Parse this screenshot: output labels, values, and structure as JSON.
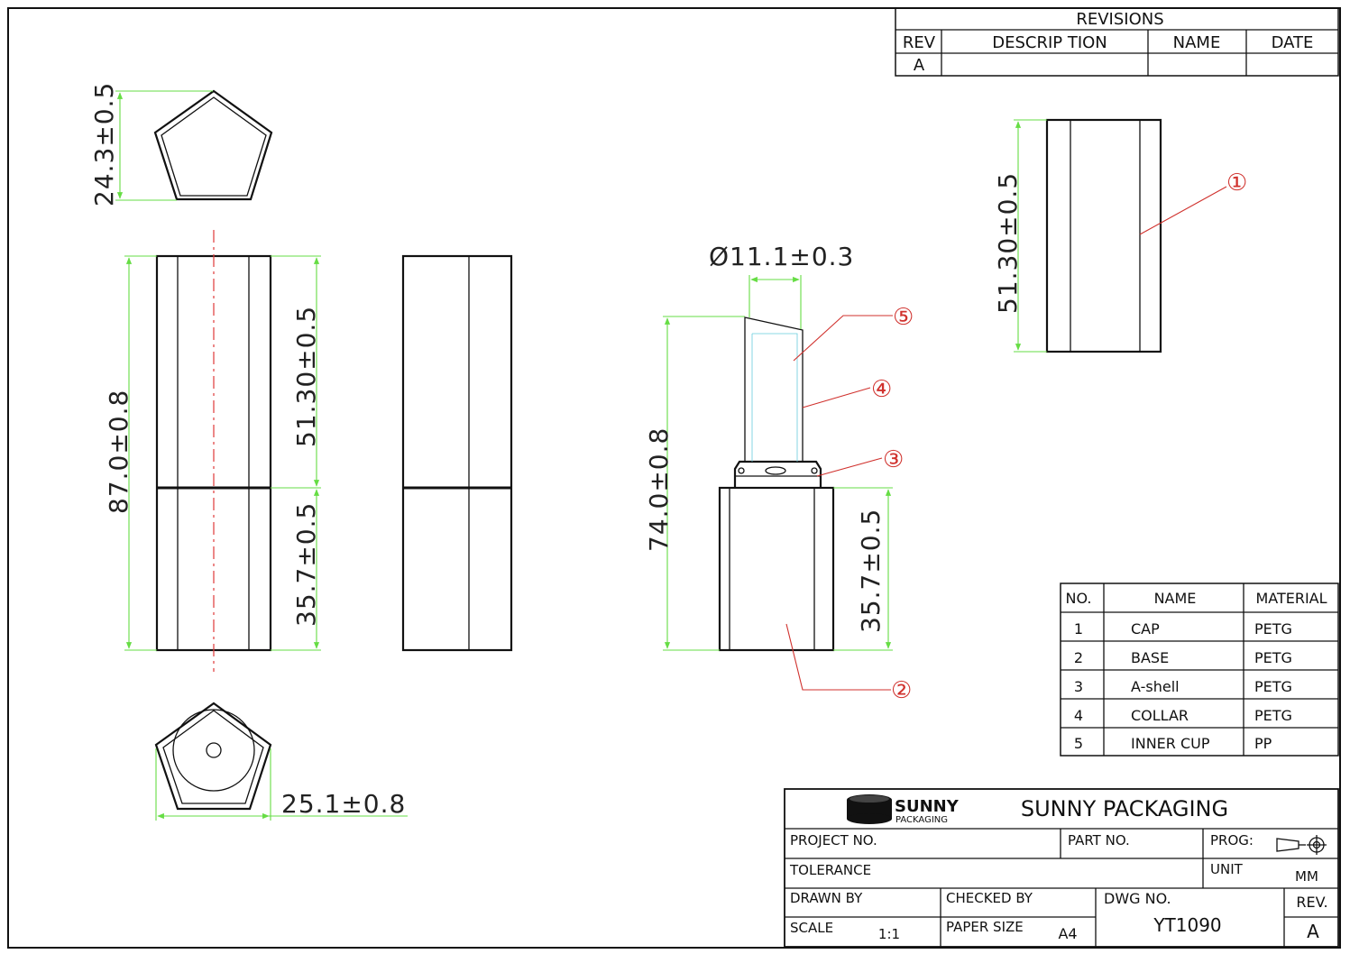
{
  "revisions": {
    "title": "REVISIONS",
    "headers": [
      "REV",
      "DESCRIP TION",
      "NAME",
      "DATE"
    ],
    "rows": [
      [
        "A",
        "",
        "",
        ""
      ]
    ]
  },
  "dimensions": {
    "top_view_height": "24.3±0.5",
    "overall_height": "87.0±0.8",
    "cap_height": "51.30±0.5",
    "base_height": "35.7±0.5",
    "bottom_width": "25.1±0.8",
    "inner_diameter": "Ø11.1±0.3",
    "open_height": "74.0±0.8",
    "open_base_height": "35.7±0.5",
    "cap_view_height": "51.30±0.5"
  },
  "callouts": [
    "①",
    "②",
    "③",
    "④",
    "⑤"
  ],
  "parts_table": {
    "headers": [
      "NO.",
      "NAME",
      "MATERIAL"
    ],
    "rows": [
      [
        "1",
        "CAP",
        "PETG"
      ],
      [
        "2",
        "BASE",
        "PETG"
      ],
      [
        "3",
        "A-shell",
        "PETG"
      ],
      [
        "4",
        "COLLAR",
        "PETG"
      ],
      [
        "5",
        "INNER CUP",
        "PP"
      ]
    ]
  },
  "title_block": {
    "logo_line1": "SUNNY",
    "logo_line2": "PACKAGING",
    "company": "SUNNY PACKAGING",
    "project_no_label": "PROJECT NO.",
    "part_no_label": "PART NO.",
    "prog_label": "PROG:",
    "tolerance_label": "TOLERANCE",
    "unit_label": "UNIT",
    "unit_value": "MM",
    "drawn_by_label": "DRAWN BY",
    "checked_by_label": "CHECKED BY",
    "dwg_no_label": "DWG NO.",
    "rev_label": "REV.",
    "scale_label": "SCALE",
    "scale_value": "1:1",
    "paper_size_label": "PAPER SIZE",
    "paper_size_value": "A4",
    "dwg_no_value": "YT1090",
    "rev_value": "A"
  }
}
